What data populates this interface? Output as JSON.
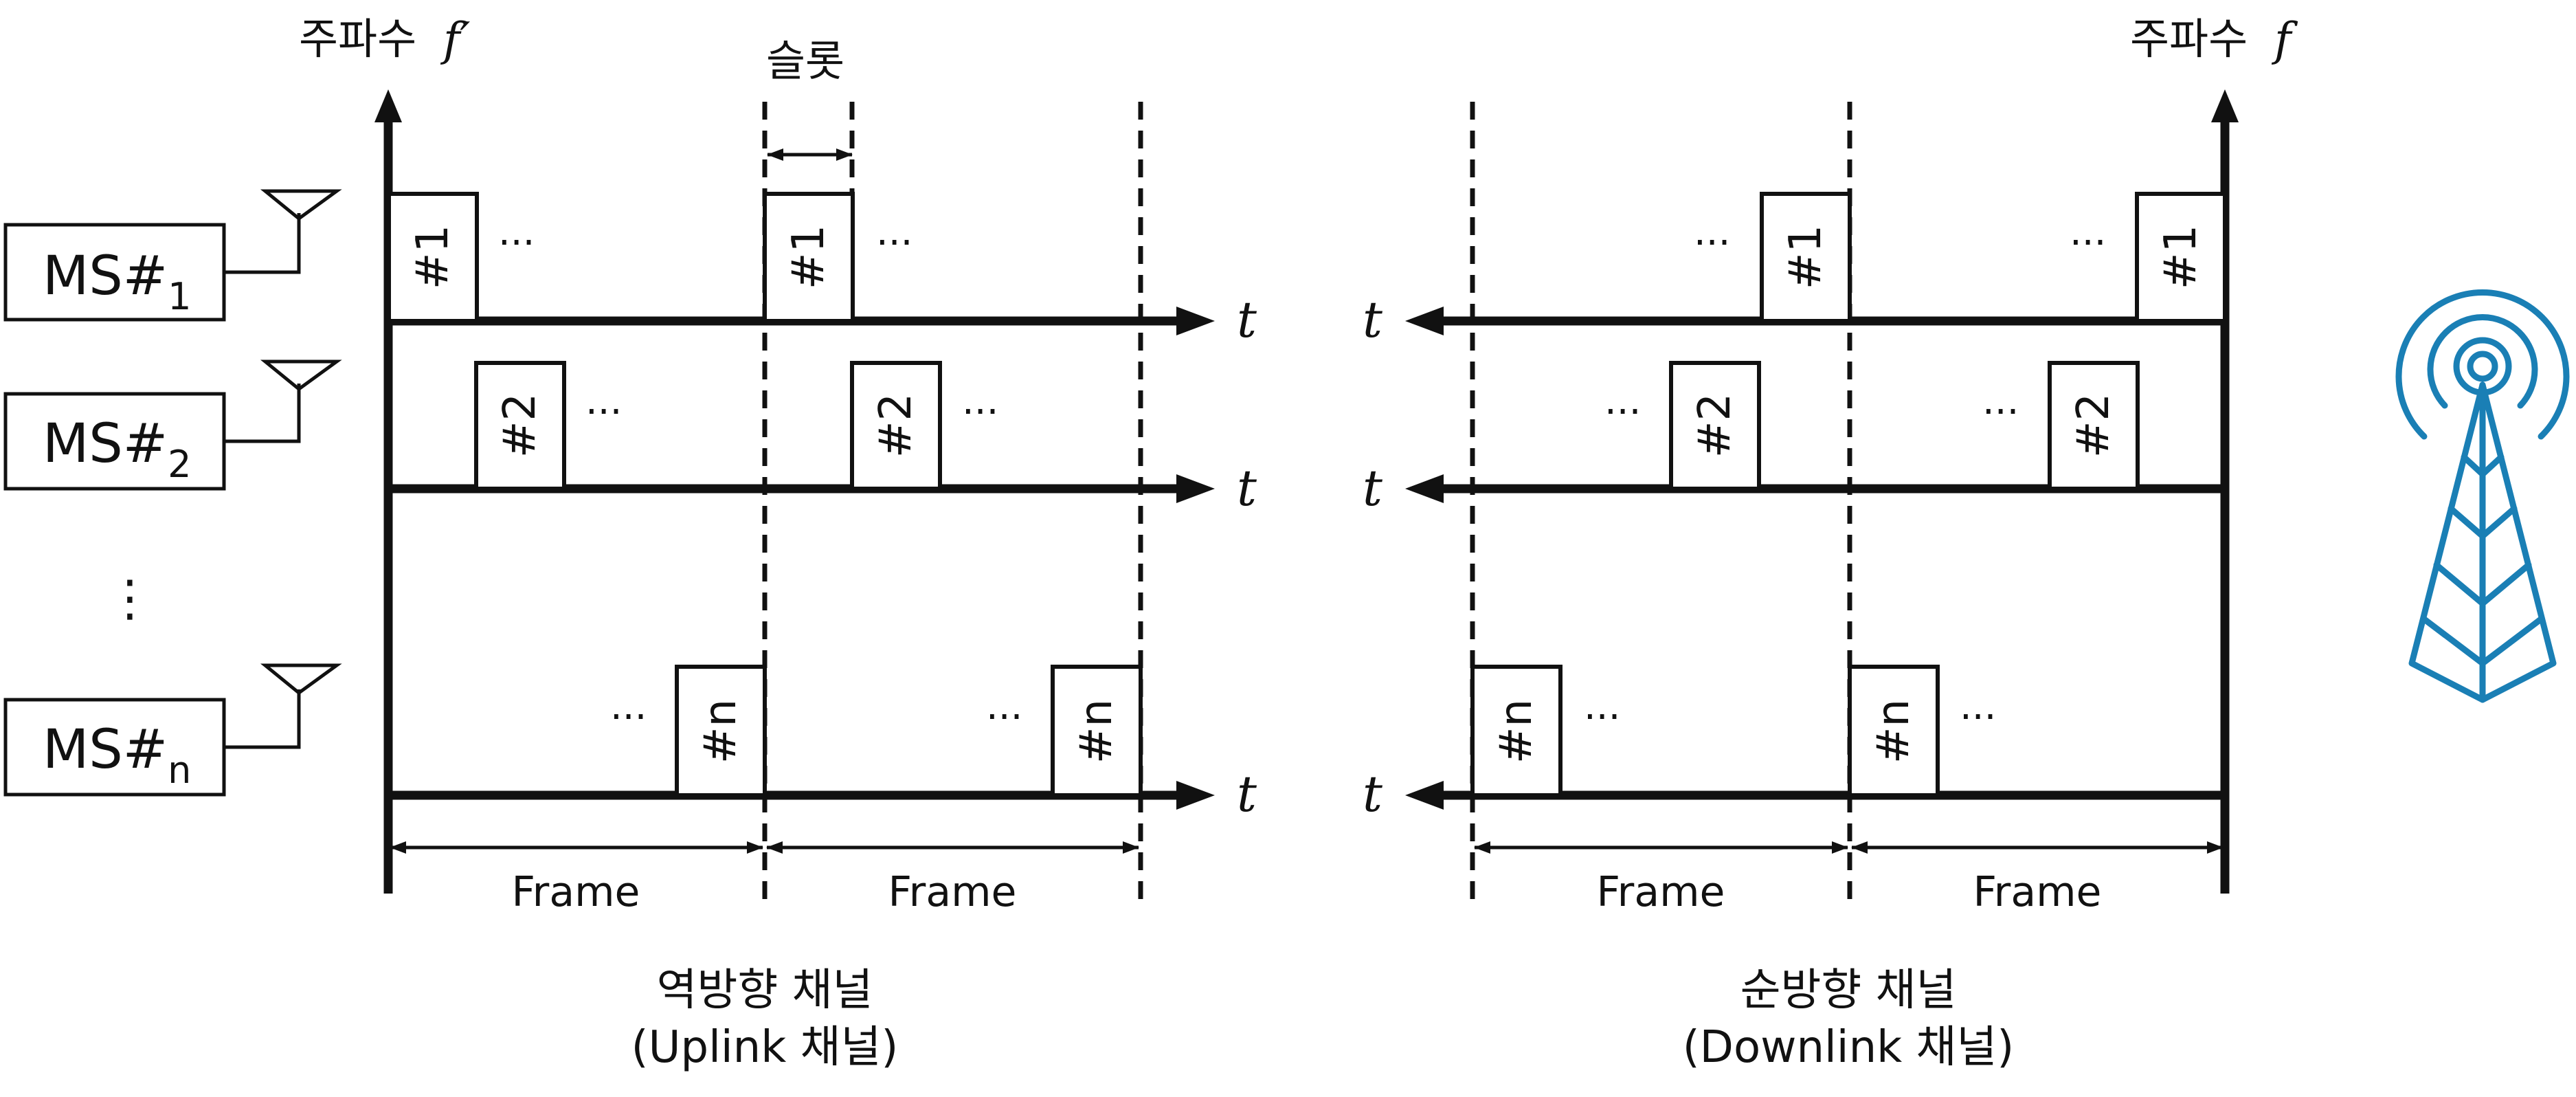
{
  "uplink": {
    "freq_axis_label": "주파수",
    "freq_symbol": "f′",
    "slot_label": "슬롯",
    "time_symbol": "t",
    "frame_labels": [
      "Frame",
      "Frame"
    ],
    "title_line1": "역방향 채널",
    "title_line2": "(Uplink 채널)",
    "ellipsis": "···",
    "rows": [
      {
        "ms_main": "MS#",
        "ms_sub": "1",
        "slot_label": "#1"
      },
      {
        "ms_main": "MS#",
        "ms_sub": "2",
        "slot_label": "#2"
      },
      {
        "ms_main": "MS#",
        "ms_sub": "n",
        "slot_label": "#n"
      }
    ],
    "vertical_ellipsis": "⋮"
  },
  "downlink": {
    "freq_axis_label": "주파수",
    "freq_symbol": "f",
    "time_symbol": "t",
    "frame_labels": [
      "Frame",
      "Frame"
    ],
    "title_line1": "순방향 채널",
    "title_line2": "(Downlink 채널)",
    "ellipsis": "···",
    "slot_labels": [
      "#1",
      "#2",
      "#n"
    ]
  },
  "base_station": {
    "icon": "cell-tower-icon",
    "color": "#1a7fb5"
  }
}
